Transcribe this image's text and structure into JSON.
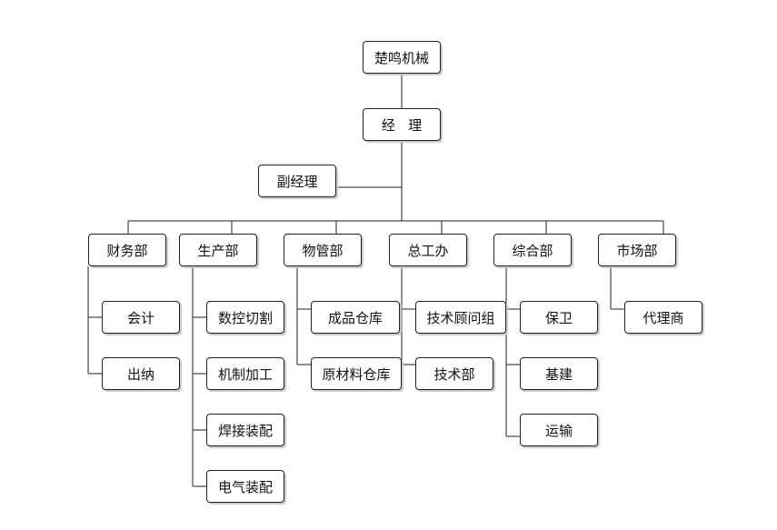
{
  "org_chart": {
    "company": "楚鸣机械",
    "manager": "经   理",
    "deputy": "副经理",
    "departments": [
      {
        "name": "财务部",
        "children": [
          "会计",
          "出纳"
        ]
      },
      {
        "name": "生产部",
        "children": [
          "数控切割",
          "机制加工",
          "焊接装配",
          "电气装配"
        ]
      },
      {
        "name": "物管部",
        "children": [
          "成品仓库",
          "原材料仓库"
        ]
      },
      {
        "name": "总工办",
        "children": [
          "技术顾问组",
          "技术部"
        ]
      },
      {
        "name": "综合部",
        "children": [
          "保卫",
          "基建",
          "运输"
        ]
      },
      {
        "name": "市场部",
        "children": [
          "代理商"
        ]
      }
    ]
  },
  "colors": {
    "line": "#222222",
    "box_border": "#222222",
    "shadow": "#c8c8c8"
  }
}
